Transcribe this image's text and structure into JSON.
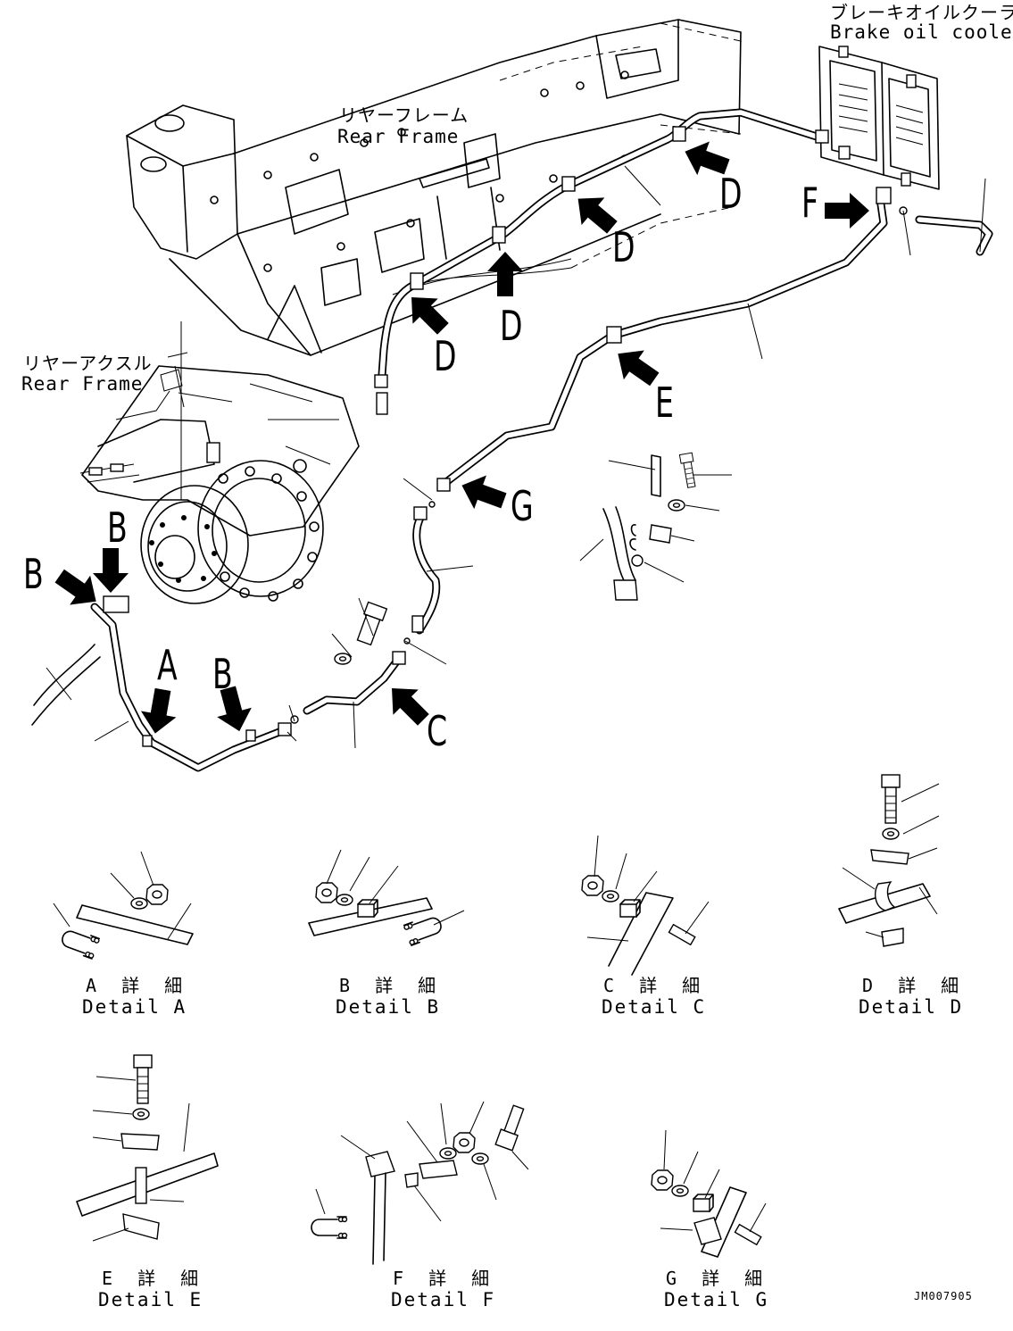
{
  "components": {
    "brake_oil_cooler": {
      "jp": "ブレーキオイルクーラ",
      "en": "Brake oil cooler"
    },
    "rear_frame": {
      "jp": "リヤーフレーム",
      "en": "Rear Frame"
    },
    "rear_axle": {
      "jp": "リヤーアクスル",
      "en": "Rear Frame"
    }
  },
  "callouts": [
    "A",
    "B",
    "C",
    "D",
    "E",
    "F",
    "G"
  ],
  "arrow_letters": {
    "d1": "D",
    "d2": "D",
    "d3": "D",
    "d4": "D",
    "e": "E",
    "f": "F",
    "g": "G",
    "a": "A",
    "b1": "B",
    "b2": "B",
    "b3": "B",
    "c": "C"
  },
  "details": [
    {
      "id": "A",
      "jp": "A 詳 細",
      "en": "Detail A"
    },
    {
      "id": "B",
      "jp": "B 詳 細",
      "en": "Detail B"
    },
    {
      "id": "C",
      "jp": "C 詳 細",
      "en": "Detail C"
    },
    {
      "id": "D",
      "jp": "D 詳 細",
      "en": "Detail D"
    },
    {
      "id": "E",
      "jp": "E 詳 細",
      "en": "Detail E"
    },
    {
      "id": "F",
      "jp": "F 詳 細",
      "en": "Detail F"
    },
    {
      "id": "G",
      "jp": "G 詳 細",
      "en": "Detail G"
    }
  ],
  "drawing_code": "JM007905",
  "icons": {
    "callout_arrow": "thick-arrow-icon",
    "bolt": "bolt-icon",
    "washer": "washer-icon",
    "nut": "nut-icon",
    "clamp": "clamp-icon",
    "u_bolt": "u-bolt-icon"
  },
  "colors": {
    "ink": "#000000",
    "paper": "#ffffff"
  }
}
